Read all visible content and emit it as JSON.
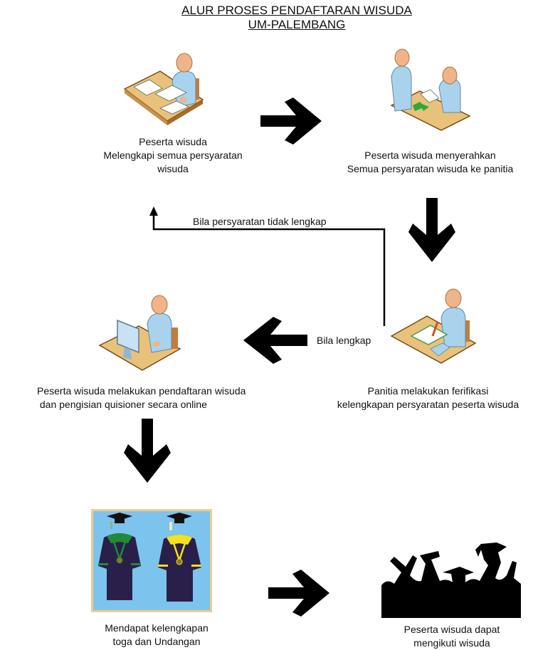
{
  "title": {
    "line1": "ALUR PROSES PENDAFTARAN WISUDA",
    "line2": "UM-PALEMBANG"
  },
  "steps": [
    {
      "id": "melengkapi",
      "icon": "person-at-desk-with-documents-icon",
      "lines": [
        "Peserta wisuda",
        "Melengkapi semua persyaratan",
        "wisuda"
      ]
    },
    {
      "id": "menyerahkan",
      "icon": "two-people-handing-documents-icon",
      "lines": [
        "Peserta wisuda menyerahkan",
        "Semua persyaratan wisuda ke panitia"
      ]
    },
    {
      "id": "verifikasi",
      "icon": "person-writing-at-desk-icon",
      "lines": [
        "Panitia melakukan ferifikasi",
        "kelengkapan persyaratan peserta wisuda"
      ]
    },
    {
      "id": "pendaftaran-online",
      "icon": "person-at-computer-icon",
      "lines": [
        "Peserta wisuda melakukan pendaftaran wisuda",
        " dan pengisian quisioner secara online"
      ]
    },
    {
      "id": "toga",
      "icon": "graduation-gowns-icon",
      "lines": [
        "Mendapat kelengkapan",
        "toga dan Undangan"
      ]
    },
    {
      "id": "mengikuti-wisuda",
      "icon": "graduates-silhouette-icon",
      "lines": [
        "Peserta wisuda dapat",
        "mengikuti wisuda"
      ]
    }
  ],
  "connectors": {
    "incomplete_label": "Bila persyaratan tidak lengkap",
    "complete_label": "Bila lengkap"
  },
  "colors": {
    "arrow": "#000000",
    "desk": "#e8c27a",
    "desk_edge": "#a0622a",
    "shirt": "#a9d3ec",
    "skin": "#f0b48a",
    "gown": "#2a1f4a",
    "gown_bg": "#7cc3ee",
    "gown_frame": "#f0cc8c",
    "trim_green": "#1f8a3a",
    "trim_yellow": "#f5e21a",
    "green_arrow": "#2ea83a"
  }
}
